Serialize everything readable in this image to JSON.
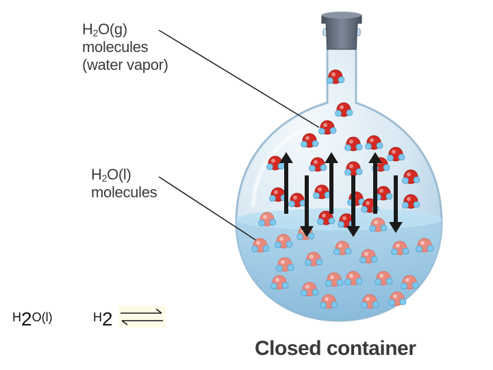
{
  "labels": {
    "vapor": {
      "formula_h": "H",
      "formula_sub": "2",
      "formula_rest": "O(g)",
      "line2": "molecules",
      "line3": "(water vapor)"
    },
    "liquid": {
      "formula_h": "H",
      "formula_sub": "2",
      "formula_rest": "O(l)",
      "line2": "molecules"
    }
  },
  "caption": "Closed container",
  "equation": {
    "left_h": "H",
    "left_sub": "2",
    "left_rest": "O(l)",
    "right_h": "H",
    "right_sub": "2",
    "arrow": "equilibrium-arrows-icon"
  },
  "colors": {
    "oxygen": "#d42a22",
    "hydrogen": "#7fc8ec",
    "liquid": "#9fcbe6",
    "glass": "#dbe9f3",
    "stopper": "#5c6676"
  }
}
